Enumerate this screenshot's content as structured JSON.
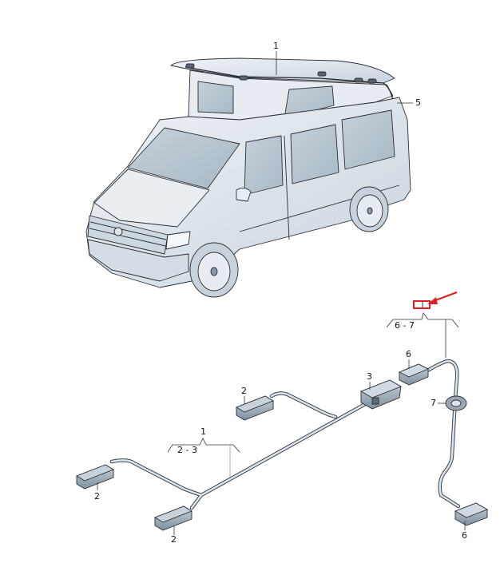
{
  "diagram": {
    "type": "exploded parts diagram",
    "subject": "Pop-up roof camper van with roof light wiring harness",
    "callouts": {
      "roof_harness": "1",
      "roof_connector": "5",
      "group_6_7": "6 - 7",
      "group_1_bracket_label": "1",
      "group_2_3": "2 - 3",
      "lamp_a": "2",
      "lamp_b": "2",
      "lamp_c": "2",
      "main_connector": "3",
      "upper_connector": "6",
      "grommet": "7",
      "lower_connector": "6"
    },
    "highlight": {
      "color": "#e02020",
      "target": "6 - 7 group marker"
    },
    "colors": {
      "body_fill": "#dfe7ee",
      "body_shade": "#c3d0db",
      "glass": "#b9c7d2",
      "line": "#2a2f35",
      "part_fill": "#9fafbc",
      "leader": "#333333"
    }
  }
}
